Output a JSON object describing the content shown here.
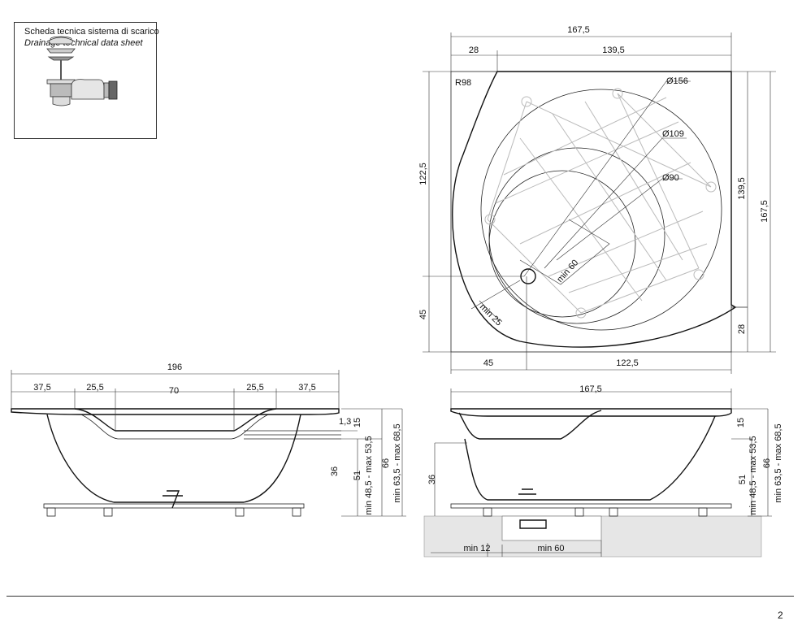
{
  "info_box": {
    "title_it": "Scheda tecnica sistema di scarico",
    "title_en": "Drainage technical data sheet"
  },
  "plan_view": {
    "overall_width": "167,5",
    "left_offset": "28",
    "inner_width": "139,5",
    "radius": "R98",
    "diameter_outer": "Ø156",
    "diameter_middle": "Ø109",
    "diameter_inner": "Ø90",
    "left_height": "122,5",
    "left_bottom": "45",
    "right_inner_height": "139,5",
    "right_overall_height": "167,5",
    "right_bottom": "28",
    "bottom_left": "45",
    "bottom_right": "122,5",
    "min_60": "min 60",
    "min_25": "min 25"
  },
  "front_view": {
    "overall_width": "196",
    "seg1": "37,5",
    "seg2": "25,5",
    "seg3": "70",
    "seg4": "25,5",
    "seg5": "37,5",
    "rim": "1,3",
    "h15": "15",
    "h36": "36",
    "h51": "51",
    "h51_range": "min 48,5 - max 53,5",
    "h66": "66",
    "h66_range": "min 63,5 - max 68,5"
  },
  "side_view": {
    "overall_width": "167,5",
    "h15": "15",
    "h36": "36",
    "h51": "51",
    "h51_range": "min 48,5 - max 53,5",
    "h66": "66",
    "h66_range": "min 63,5 - max 68,5",
    "min_12": "min 12",
    "min_60": "min 60"
  },
  "page_number": "2"
}
